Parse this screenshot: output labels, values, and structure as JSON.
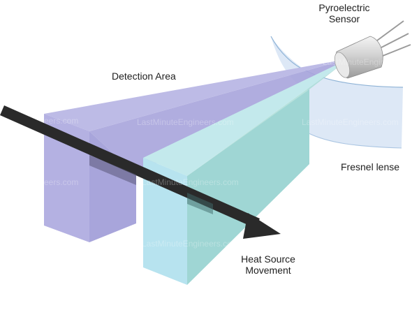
{
  "labels": {
    "sensor_line1": "Pyroelectric",
    "sensor_line2": "Sensor",
    "detection_area": "Detection Area",
    "fresnel_lense": "Fresnel lense",
    "movement_line1": "Heat Source",
    "movement_line2": "Movement"
  },
  "watermark": {
    "text": "LastMinuteEngineers.com",
    "fragment": "eers.com"
  },
  "colors": {
    "zone_back_top": "#bdbbe6",
    "zone_back_front": "#b4b1e2",
    "zone_back_side": "#a8a5db",
    "zone_back_beam": "#a7a4dc",
    "zone_front_top": "#c3e9ec",
    "zone_front_front": "#b7e3ef",
    "zone_front_side": "#9fd6d4",
    "zone_front_beam": "#a9dcd6",
    "arrow": "#2a2a2a",
    "lens": "#d7e4f4",
    "lens_edge": "#8fb3d6",
    "sensor_body": "#cfcfcf",
    "text": "#1e1e1e"
  },
  "icons": {
    "sensor": "pyroelectric-sensor-icon",
    "lens": "fresnel-lens-icon",
    "movement": "movement-arrow-icon"
  }
}
